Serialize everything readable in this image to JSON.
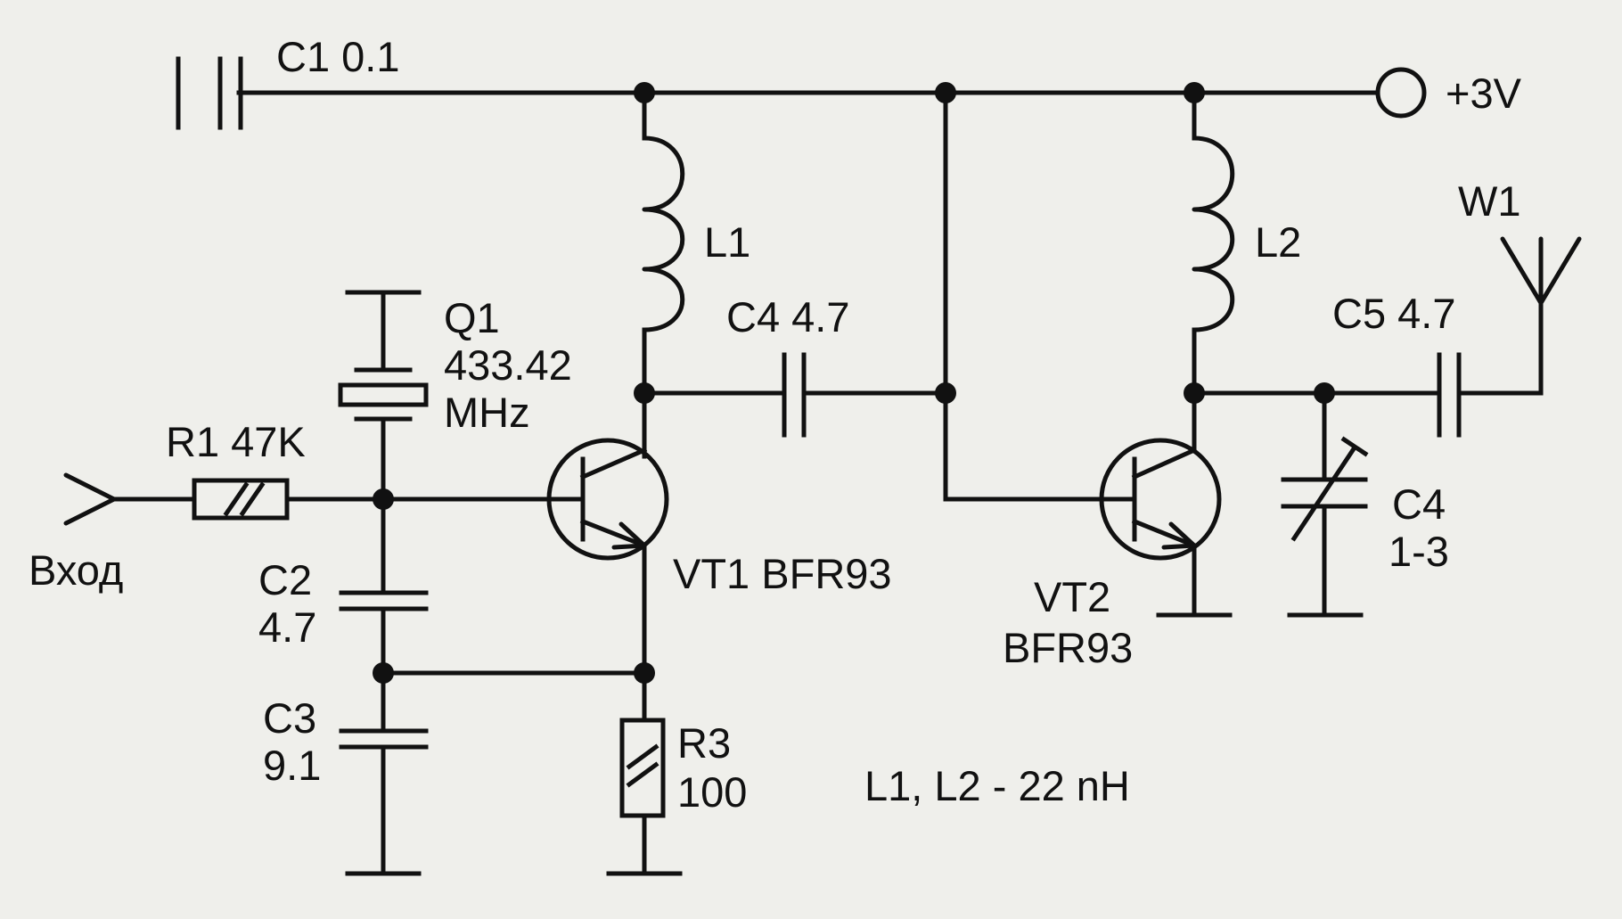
{
  "labels": {
    "c1": "C1 0.1",
    "supply": "+3V",
    "l1": "L1",
    "l2": "L2",
    "w1": "W1",
    "q1_name": "Q1",
    "q1_freq": "433.42",
    "q1_unit": "MHz",
    "c4_coupling": "C4 4.7",
    "c5": "C5 4.7",
    "r1": "R1 47K",
    "input": "Вход",
    "c2_name": "C2",
    "c2_value": "4.7",
    "c3_name": "C3",
    "c3_value": "9.1",
    "vt1": "VT1 BFR93",
    "vt2_name": "VT2",
    "vt2_type": "BFR93",
    "c4_trim_name": "C4",
    "c4_trim_value": "1-3",
    "r3_name": "R3",
    "r3_value": "100",
    "note": "L1, L2 - 22 nH"
  },
  "colors": {
    "ink": "#111111",
    "paper": "#efefeb"
  }
}
